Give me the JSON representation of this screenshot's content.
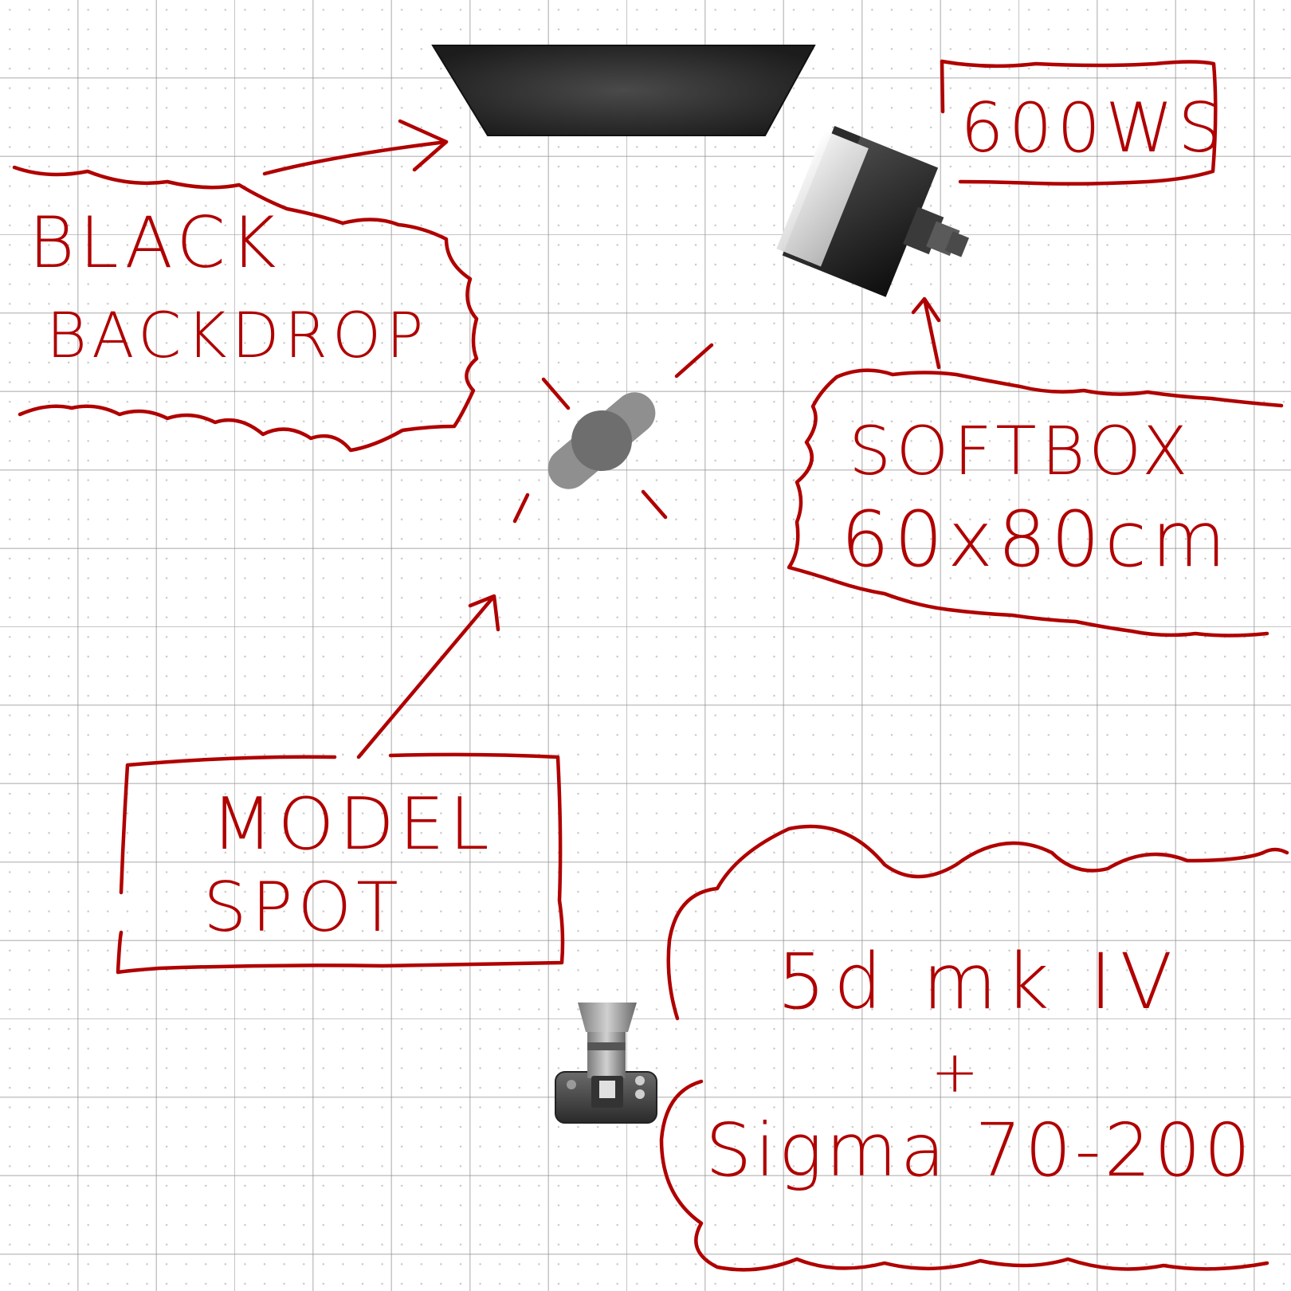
{
  "diagram": {
    "labels": {
      "backdrop": [
        "BLACK",
        "BACKDROP"
      ],
      "power": "600WS",
      "softbox": [
        "SOFTBOX",
        "60x80cm"
      ],
      "model": [
        "MODEL",
        "SPOT"
      ],
      "camera": [
        "5d mk IV",
        "+",
        "Sigma 70-200"
      ]
    },
    "icons": {
      "backdrop": "black-backdrop-icon",
      "softbox": "softbox-light-icon",
      "model": "model-figure-icon",
      "camera": "camera-icon"
    },
    "colors": {
      "ink": "#b00000",
      "backdrop": "#2b2b2b",
      "grid": "#9a9a9a"
    }
  }
}
